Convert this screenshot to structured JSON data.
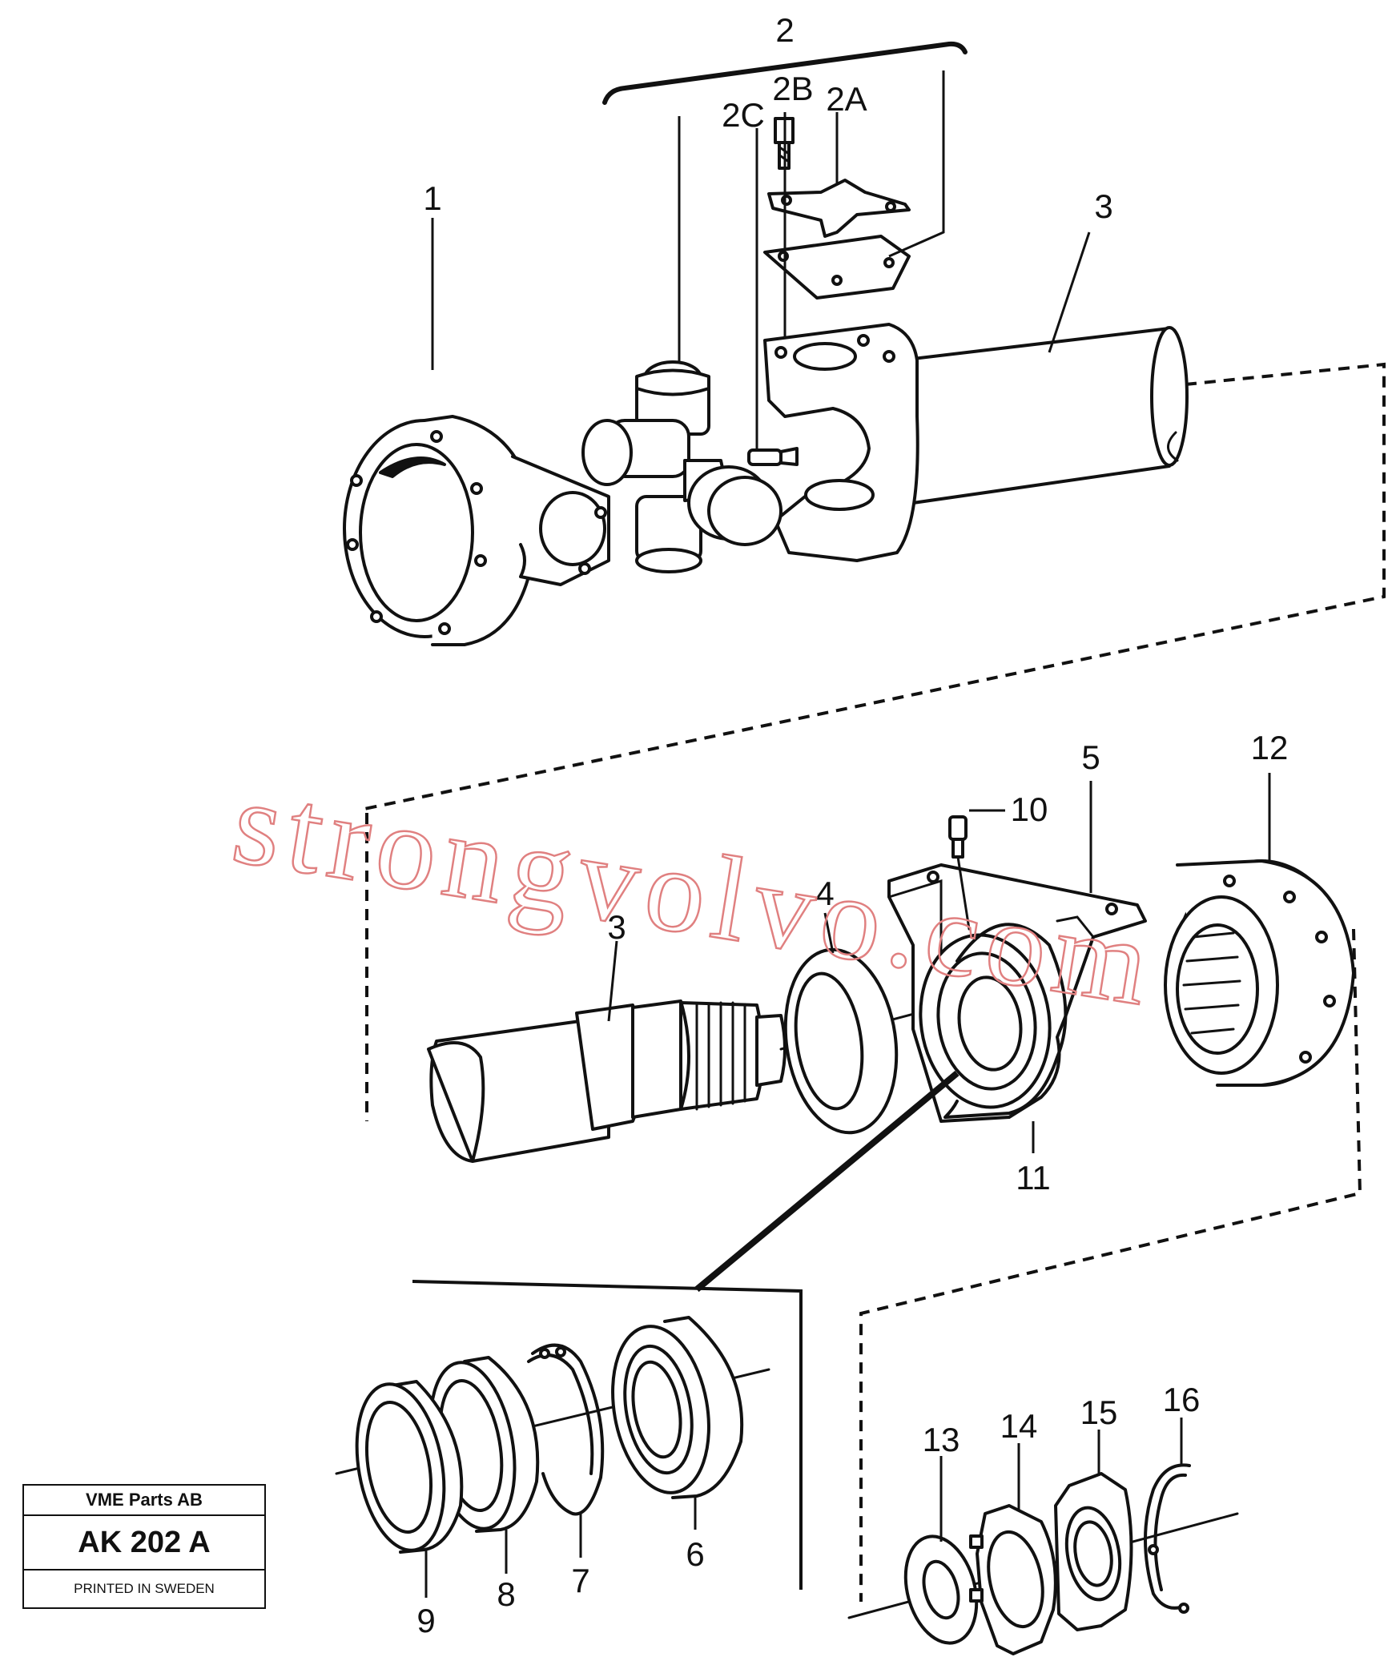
{
  "callouts": {
    "c2": "2",
    "c2b": "2B",
    "c2a": "2A",
    "c2c": "2C",
    "c1": "1",
    "c3a": "3",
    "c3b": "3",
    "c4": "4",
    "c5": "5",
    "c10": "10",
    "c11": "11",
    "c12": "12",
    "c6": "6",
    "c7": "7",
    "c8": "8",
    "c9": "9",
    "c13": "13",
    "c14": "14",
    "c15": "15",
    "c16": "16"
  },
  "watermark": "strongvolvo.com",
  "vendor_box": {
    "vendor": "VME Parts AB",
    "ref_code": "AK 202 A",
    "printed": "PRINTED IN SWEDEN"
  },
  "colors": {
    "ink": "#111111",
    "watermark": "#e08080"
  }
}
